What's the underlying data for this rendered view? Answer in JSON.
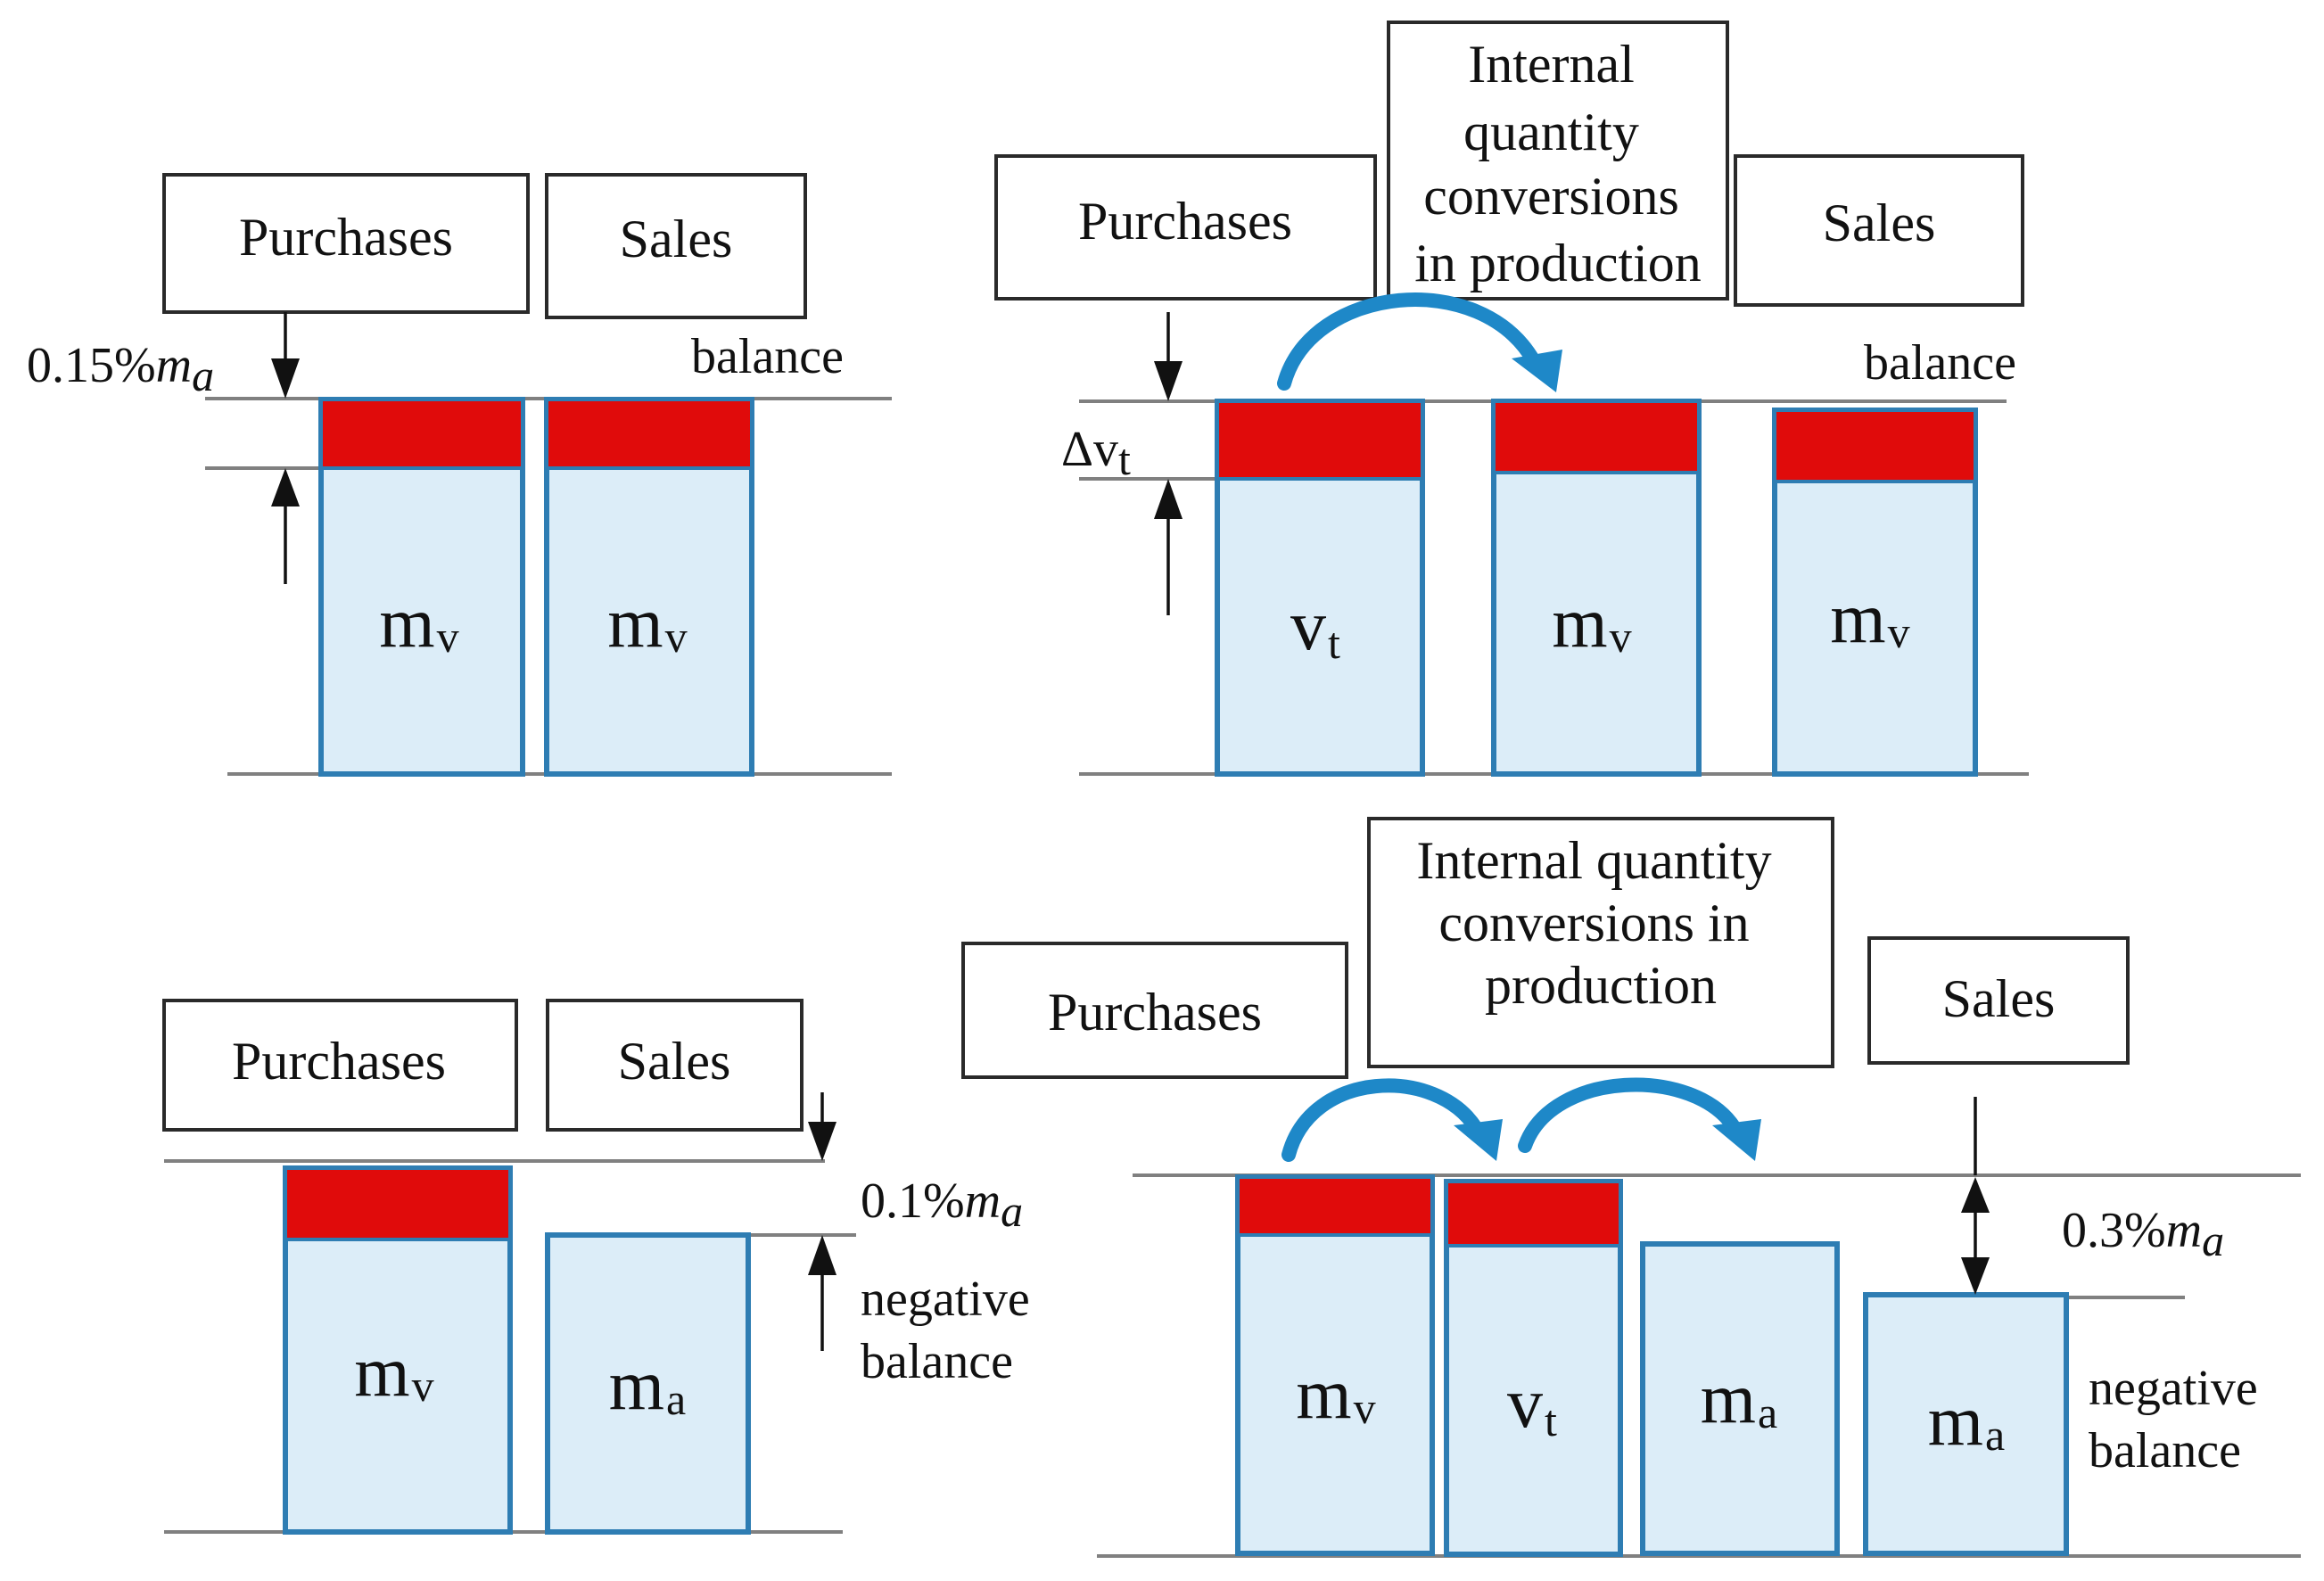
{
  "colors": {
    "bar_fill": "#dcedf8",
    "bar_edge": "#2e7db3",
    "excess": "#e00b0b",
    "flow_arrow": "#1e88c8"
  },
  "panel_a": {
    "purchases": "Purchases",
    "sales": "Sales",
    "tolerance": "0.15%",
    "tolerance_symbol": "m",
    "tolerance_subscript": "a",
    "balance": "balance",
    "bar1": {
      "sym": "m",
      "sub": "v"
    },
    "bar2": {
      "sym": "m",
      "sub": "v"
    }
  },
  "panel_b": {
    "purchases": "Purchases",
    "conversion": [
      "Internal",
      "quantity",
      "conversions",
      "in production"
    ],
    "sales": "Sales",
    "balance": "balance",
    "delta": "Δv",
    "delta_subscript": "t",
    "bar1": {
      "sym": "v",
      "sub": "t"
    },
    "bar2": {
      "sym": "m",
      "sub": "v"
    },
    "bar3": {
      "sym": "m",
      "sub": "v"
    }
  },
  "panel_c": {
    "purchases": "Purchases",
    "sales": "Sales",
    "tolerance": "0.1%",
    "tolerance_symbol": "m",
    "tolerance_subscript": "a",
    "negative_balance": [
      "negative",
      "balance"
    ],
    "bar1": {
      "sym": "m",
      "sub": "v"
    },
    "bar2": {
      "sym": "m",
      "sub": "a"
    }
  },
  "panel_d": {
    "purchases": "Purchases",
    "conversion": [
      "Internal quantity",
      "conversions in",
      "production"
    ],
    "sales": "Sales",
    "tolerance": "0.3%",
    "tolerance_symbol": "m",
    "tolerance_subscript": "a",
    "negative_balance": [
      "negative",
      "balance"
    ],
    "bar1": {
      "sym": "m",
      "sub": "v"
    },
    "bar2": {
      "sym": "v",
      "sub": "t"
    },
    "bar3": {
      "sym": "m",
      "sub": "a"
    },
    "bar4": {
      "sym": "m",
      "sub": "a"
    }
  }
}
